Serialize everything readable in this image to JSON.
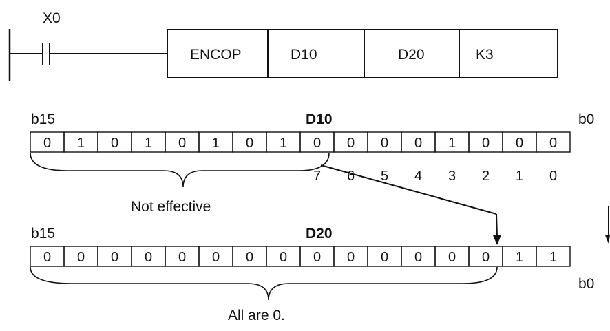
{
  "ladder": {
    "contact_label": "X0",
    "instruction": [
      "ENCOP",
      "D10",
      "D20",
      "K3"
    ]
  },
  "d10": {
    "name": "D10",
    "high_label": "b15",
    "low_label": "b0",
    "bits": [
      "0",
      "1",
      "0",
      "1",
      "0",
      "1",
      "0",
      "1",
      "0",
      "0",
      "0",
      "0",
      "1",
      "0",
      "0",
      "0"
    ],
    "indices": [
      "7",
      "6",
      "5",
      "4",
      "3",
      "2",
      "1",
      "0"
    ],
    "brace_note": "Not effective"
  },
  "d20": {
    "name": "D20",
    "high_label": "b15",
    "low_label": "b0",
    "bits": [
      "0",
      "0",
      "0",
      "0",
      "0",
      "0",
      "0",
      "0",
      "0",
      "0",
      "0",
      "0",
      "0",
      "0",
      "1",
      "1"
    ],
    "brace_note": "All are 0."
  }
}
